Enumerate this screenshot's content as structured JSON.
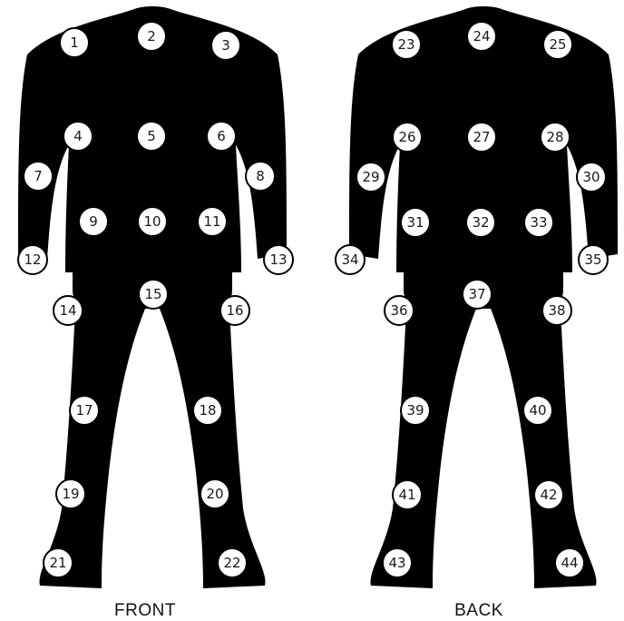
{
  "views": [
    {
      "label": "FRONT",
      "markers": [
        "1",
        "2",
        "3",
        "4",
        "5",
        "6",
        "7",
        "8",
        "9",
        "10",
        "11",
        "12",
        "13",
        "14",
        "15",
        "16",
        "17",
        "18",
        "19",
        "20",
        "21",
        "22"
      ]
    },
    {
      "label": "BACK",
      "markers": [
        "23",
        "24",
        "25",
        "26",
        "27",
        "28",
        "29",
        "30",
        "31",
        "32",
        "33",
        "34",
        "35",
        "36",
        "37",
        "38",
        "39",
        "40",
        "41",
        "42",
        "43",
        "44"
      ]
    }
  ],
  "colors": {
    "silhouette": "#000000",
    "marker_fill": "#ffffff",
    "marker_text": "#1a1a1a"
  }
}
